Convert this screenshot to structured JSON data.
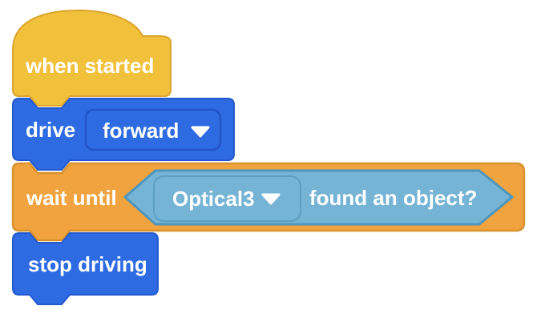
{
  "workspace": {
    "background": "#FFFFFF"
  },
  "palette": {
    "hat_fill": "#F2C13C",
    "hat_stroke": "#DCA42C",
    "drive_fill": "#2E6BE3",
    "drive_stroke": "#2459CE",
    "drive_dropdown_border": "#2254C6",
    "wait_fill": "#F0A33F",
    "wait_stroke": "#D8922E",
    "condition_fill": "#76B4D5",
    "condition_stroke": "#4E96BD",
    "condition_dropdown_border": "#5C9FC2",
    "label_color": "#FFFFFF"
  },
  "blocks": {
    "when_started": {
      "label": "when started"
    },
    "drive": {
      "label": "drive",
      "direction_dropdown": {
        "value": "forward"
      }
    },
    "wait_until": {
      "label": "wait until",
      "condition": {
        "sensor_dropdown": {
          "value": "Optical3"
        },
        "predicate_label": "found an object?"
      }
    },
    "stop_driving": {
      "label": "stop driving"
    }
  }
}
